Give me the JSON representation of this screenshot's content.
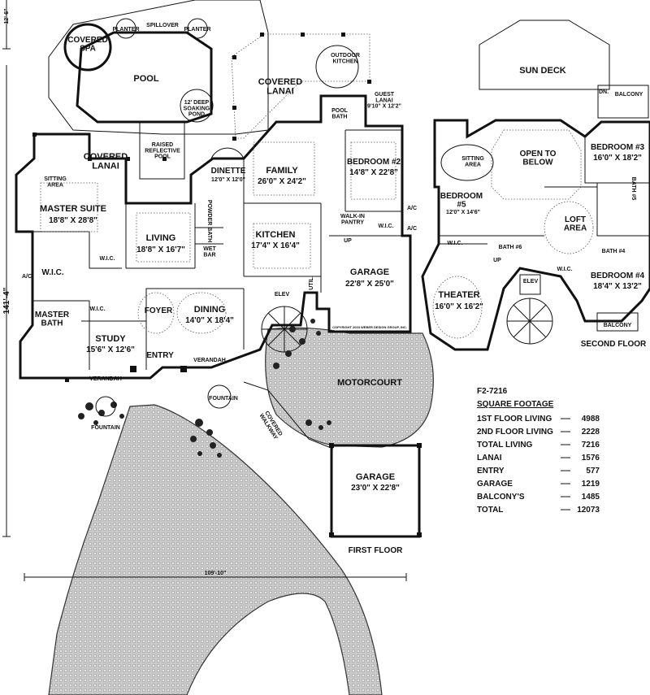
{
  "dimensions": {
    "depth_top": "12'-6\"",
    "depth_total": "141'-4\"",
    "width_total": "109'-10\""
  },
  "first_floor": {
    "caption": "FIRST FLOOR",
    "outdoor": {
      "covered_spa": "COVERED\nSPA",
      "planter_left": "PLANTER",
      "spillover": "SPILLOVER",
      "planter_right": "PLANTER",
      "pool": "POOL",
      "soaking_pond": "12' DEEP\nSOAKING\nPOND",
      "raised_pool": "RAISED\nREFLECTIVE\nPOOL",
      "covered_lanai_top": "COVERED\nLANAI",
      "covered_lanai_left": "COVERED\nLANAI",
      "outdoor_kitchen": "OUTDOOR\nKITCHEN",
      "guest_lanai": "GUEST\nLANAI\n9'10\" X 12'2\"",
      "pool_bath": "POOL\nBATH"
    },
    "rooms": {
      "sitting_area": "SITTING\nAREA",
      "master_suite": "MASTER SUITE",
      "master_suite_dim": "18'8\" X 28'8\"",
      "dinette": "DINETTE",
      "dinette_dim": "12'0\" X 12'0\"",
      "family": "FAMILY",
      "family_dim": "26'0\" X 24'2\"",
      "bedroom2": "BEDROOM #2",
      "bedroom2_dim": "14'8\" X 22'8\"",
      "living": "LIVING",
      "living_dim": "18'8\" X 16'7\"",
      "powder": "POWDER\nBATH",
      "wet_bar": "WET\nBAR",
      "kitchen": "KITCHEN",
      "kitchen_dim": "17'4\" X 16'4\"",
      "walkin_pantry": "WALK-IN\nPANTRY",
      "wic": "W.I.C.",
      "ac": "A/C",
      "up": "UP",
      "util": "UTIL.",
      "elev": "ELEV",
      "garage1": "GARAGE",
      "garage1_dim": "22'8\" X 25'0\"",
      "master_bath": "MASTER\nBATH",
      "foyer": "FOYER",
      "dining": "DINING",
      "dining_dim": "14'0\" X 18'4\"",
      "study": "STUDY",
      "study_dim": "15'6\" X 12'6\"",
      "entry": "ENTRY",
      "verandah": "VERANDAH",
      "copyright": "COPYRIGHT 2003 WEBER DESIGN GROUP, INC.",
      "fountain": "FOUNTAIN",
      "motorcourt": "MOTORCOURT",
      "covered_walkway": "COVERED\nWALKWAY",
      "garage2": "GARAGE",
      "garage2_dim": "23'0\" X 22'8\""
    }
  },
  "second_floor": {
    "caption": "SECOND FLOOR",
    "sun_deck": "SUN DECK",
    "balcony": "BALCONY",
    "dn": "DN.",
    "sitting_area": "SITTING\nAREA",
    "open_to_below": "OPEN TO\nBELOW",
    "bedroom3": "BEDROOM #3",
    "bedroom3_dim": "16'0\" X 18'2\"",
    "bath5": "BATH #5",
    "bedroom5": "BEDROOM\n#5",
    "bedroom5_dim": "12'0\" X 14'6\"",
    "loft": "LOFT\nAREA",
    "wic": "W.I.C.",
    "bath6": "BATH #6",
    "bath4": "BATH #4",
    "up": "UP",
    "theater": "THEATER",
    "theater_dim": "16'0\" X 16'2\"",
    "elev": "ELEV",
    "bedroom4": "BEDROOM #4",
    "bedroom4_dim": "18'4\" X 13'2\"",
    "balcony_bottom": "BALCONY"
  },
  "plan_code": "F2-7216",
  "square_footage": {
    "title": "SQUARE FOOTAGE",
    "rows": [
      {
        "label": "1ST FLOOR LIVING",
        "value": "4988"
      },
      {
        "label": "2ND FLOOR LIVING",
        "value": "2228"
      },
      {
        "label": "TOTAL LIVING",
        "value": "7216"
      },
      {
        "label": "LANAI",
        "value": "1576"
      },
      {
        "label": "ENTRY",
        "value": "577"
      },
      {
        "label": "GARAGE",
        "value": "1219"
      },
      {
        "label": "BALCONY'S",
        "value": "1485"
      },
      {
        "label": "TOTAL",
        "value": "12073"
      }
    ]
  }
}
